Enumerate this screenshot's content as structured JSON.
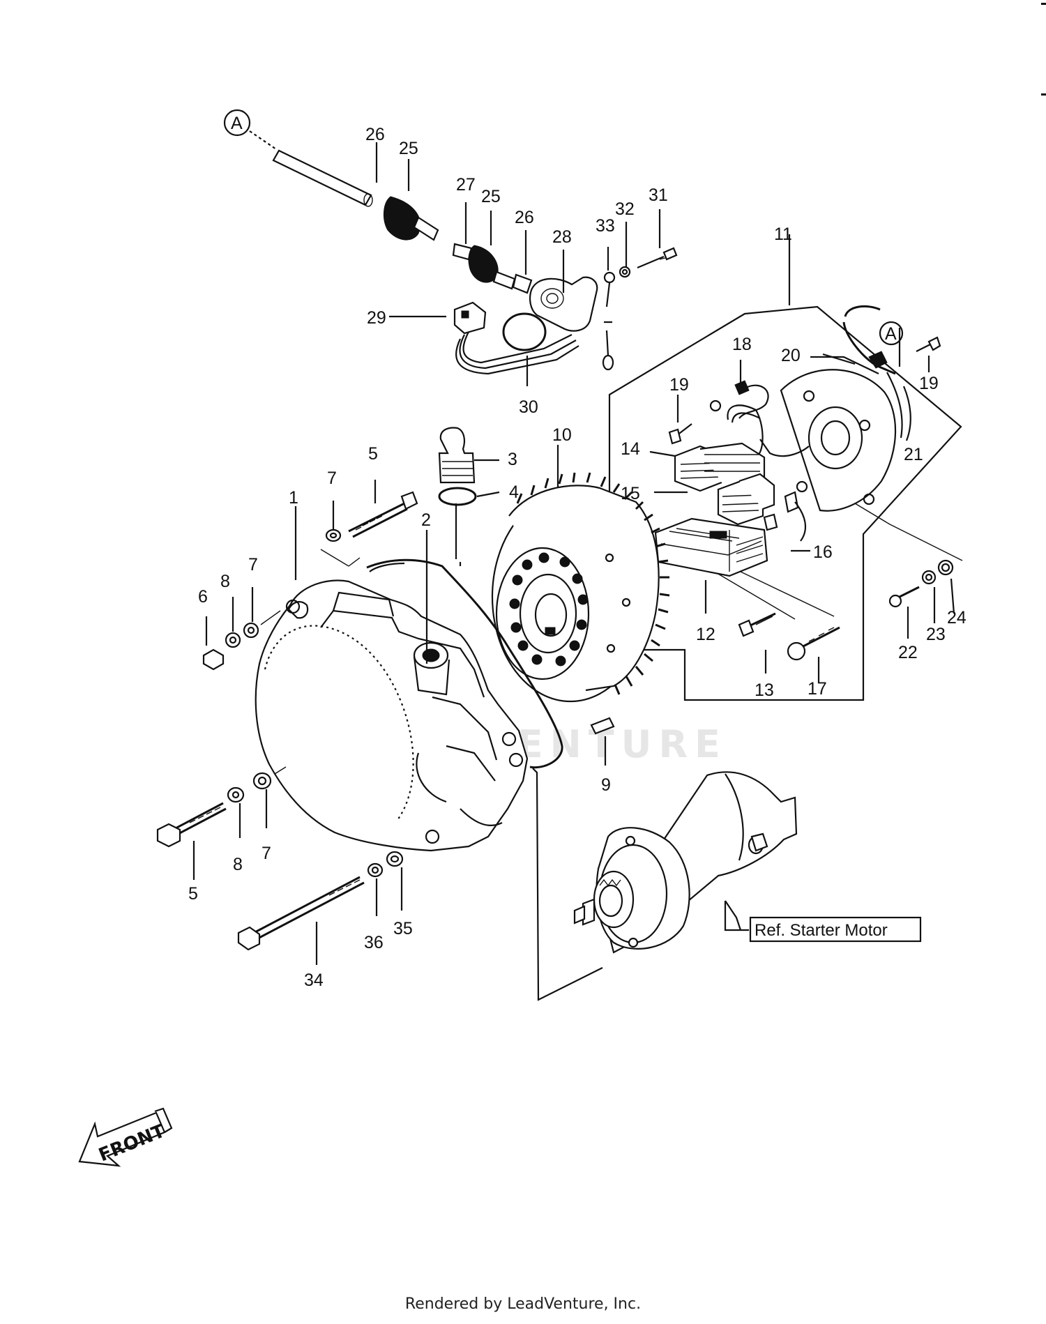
{
  "diagram": {
    "callout_letter": "A",
    "labels": {
      "p1": "1",
      "p2": "2",
      "p3": "3",
      "p4": "4",
      "p5a": "5",
      "p5b": "5",
      "p6": "6",
      "p7a": "7",
      "p7b": "7",
      "p7c": "7",
      "p8a": "8",
      "p8b": "8",
      "p9": "9",
      "p10": "10",
      "p11": "11",
      "p12": "12",
      "p13": "13",
      "p14": "14",
      "p15": "15",
      "p16": "16",
      "p17": "17",
      "p18": "18",
      "p19a": "19",
      "p19b": "19",
      "p20": "20",
      "p21": "21",
      "p22": "22",
      "p23": "23",
      "p24": "24",
      "p25a": "25",
      "p25b": "25",
      "p26a": "26",
      "p26b": "26",
      "p27": "27",
      "p28": "28",
      "p29": "29",
      "p30": "30",
      "p31": "31",
      "p32": "32",
      "p33": "33",
      "p34": "34",
      "p35": "35",
      "p36": "36"
    },
    "ref_label": "Ref. Starter Motor",
    "front_label": "FRONT",
    "watermark": "LEADVENTURE"
  },
  "footer": {
    "text": "Rendered by LeadVenture, Inc."
  }
}
